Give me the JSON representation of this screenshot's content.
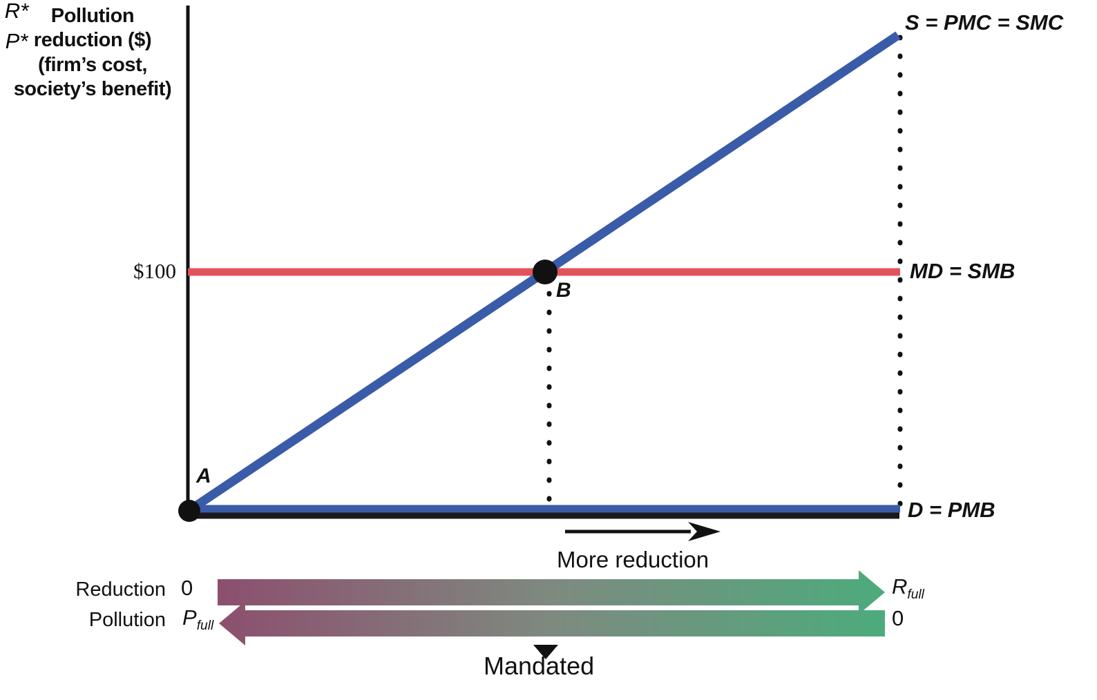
{
  "figure": {
    "title": "Pollution reduction market with mandated reduction",
    "axis_title_lines": [
      "Pollution",
      "reduction ($)",
      "(firm’s cost,",
      "society’s benefit)"
    ],
    "axis_title": "Pollution reduction ($) (firm’s cost, society’s benefit)"
  },
  "axes": {
    "y_tick_label": "$100",
    "x_axis_name": "pollution-reduction-quantity"
  },
  "curves": {
    "supply_label": "S = PMC = SMC",
    "damage_label": "MD = SMB",
    "demand_label": "D = PMB"
  },
  "points": {
    "a_label": "A",
    "b_label": "B"
  },
  "annotations": {
    "more_reduction": "More reduction",
    "mandated": "Mandated"
  },
  "scale_rows": [
    {
      "name": "reduction",
      "row_label": "Reduction",
      "left_value": "0",
      "mid_value": "R*",
      "right_value": "R",
      "right_value_sub": "full",
      "arrow_direction": "right"
    },
    {
      "name": "pollution",
      "row_label": "Pollution",
      "left_value": "P",
      "left_value_sub": "full",
      "mid_value": "P*",
      "right_value": "0",
      "arrow_direction": "left"
    }
  ],
  "colors": {
    "supply_blue": "#3a5ba8",
    "damage_red": "#e0535a",
    "demand_black": "#1a1a1a",
    "axis_black": "#111111",
    "scale_left_purple": "#8c4f6e",
    "scale_right_green": "#4cab7c",
    "background": "#ffffff"
  },
  "chart_data": {
    "type": "line",
    "title": "Pollution reduction ($) (firm’s cost, society’s benefit)",
    "xlabel": "Pollution reduction",
    "ylabel": "Pollution reduction ($) (firm’s cost, society’s benefit)",
    "ylim": [
      0,
      220
    ],
    "xlim": [
      0,
      100
    ],
    "grid": false,
    "legend": "inline-right-of-curve-ends",
    "y_ticks": [
      {
        "value": 100,
        "label": "$100"
      }
    ],
    "series": [
      {
        "name": "S = PMC = SMC",
        "color": "#3a5ba8",
        "type": "line",
        "x": [
          0,
          100
        ],
        "y": [
          0,
          201
        ],
        "note": "upward sloping marginal cost of reduction from origin"
      },
      {
        "name": "MD = SMB",
        "color": "#e0535a",
        "type": "line",
        "x": [
          0,
          100
        ],
        "y": [
          100,
          100
        ],
        "note": "horizontal constant marginal damage / social marginal benefit at $100"
      },
      {
        "name": "D = PMB",
        "color": "#1a1a1a",
        "type": "line",
        "x": [
          0,
          100
        ],
        "y": [
          0,
          0
        ],
        "note": "private marginal benefit of reduction is zero, lies on horizontal axis"
      }
    ],
    "points": [
      {
        "label": "A",
        "x": 0,
        "y": 0,
        "note": "private market equilibrium, no reduction"
      },
      {
        "label": "B",
        "x": 50,
        "y": 100,
        "note": "social optimum where S = PMC = SMC meets MD = SMB"
      }
    ],
    "annotations": [
      {
        "text": "More reduction",
        "type": "arrow",
        "direction": "right",
        "x_from": 35,
        "x_to": 63
      },
      {
        "text": "Mandated",
        "type": "pointer",
        "x": 50
      },
      {
        "text": "R*",
        "type": "axis-marker",
        "x": 50
      },
      {
        "text": "P*",
        "type": "axis-marker",
        "x": 50
      }
    ],
    "dropped_lines": [
      {
        "from_point": "B",
        "x": 50,
        "y_from": 100,
        "y_to": 0,
        "style": "dotted"
      },
      {
        "from_point": "R_full",
        "x": 100,
        "y_from": 201,
        "y_to": 0,
        "style": "dotted"
      }
    ]
  }
}
